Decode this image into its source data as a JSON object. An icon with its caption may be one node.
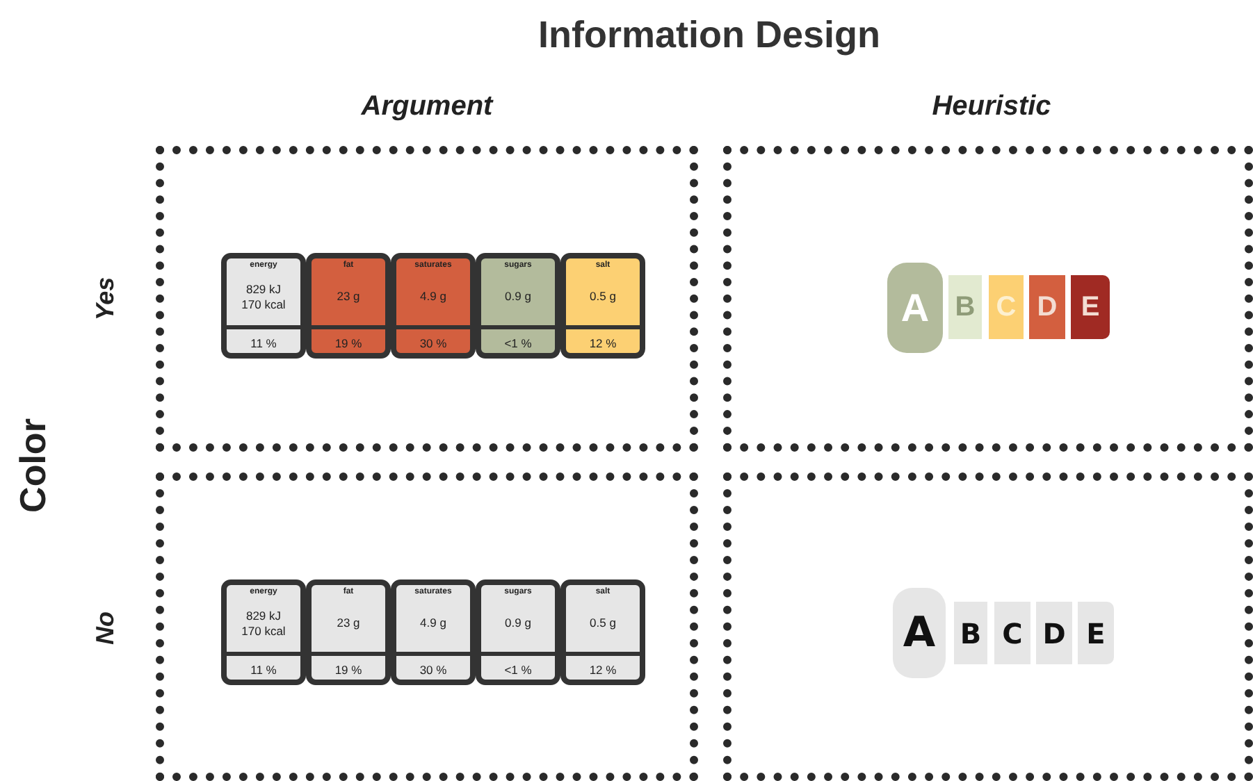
{
  "diagram": {
    "title": "Information Design",
    "nodes": [
      {
        "text": [],
        "shape": "box"
      },
      {
        "text": [
          "energy",
          "829 kJ 170 kcal",
          "11 %"
        ],
        "in": 0
      },
      {
        "text": [
          "fat",
          "23 g",
          "19 %"
        ],
        "in": 0
      },
      {
        "text": [
          "saturates",
          "4.9 g",
          "30 %"
        ],
        "in": 0
      },
      {
        "text": [
          "sugars",
          "0.9 g",
          "<1 %"
        ],
        "in": 0
      },
      {
        "text": [
          "salt",
          "0.5 g",
          "12 %"
        ],
        "in": 0
      },
      {
        "text": [],
        "shape": "box"
      },
      {
        "text": [
          "A"
        ],
        "in": 6
      },
      {
        "text": [
          "B"
        ],
        "in": 6
      },
      {
        "text": [
          "C"
        ],
        "in": 6
      },
      {
        "text": [
          "D"
        ],
        "in": 6
      },
      {
        "text": [
          "E"
        ],
        "in": 6
      },
      {
        "text": [],
        "shape": "box"
      },
      {
        "text": [
          "energy",
          "829 kJ 170 kcal",
          "11 %"
        ],
        "in": 12
      },
      {
        "text": [
          "fat",
          "23 g",
          "19 %"
        ],
        "in": 12
      },
      {
        "text": [
          "saturates",
          "4.9 g",
          "30 %"
        ],
        "in": 12
      },
      {
        "text": [
          "sugars",
          "0.9 g",
          "<1 %"
        ],
        "in": 12
      },
      {
        "text": [
          "salt",
          "0.5 g",
          "12 %"
        ],
        "in": 12
      },
      {
        "text": [],
        "shape": "box"
      },
      {
        "text": [
          "A"
        ],
        "in": 18
      },
      {
        "text": [
          "B"
        ],
        "in": 18
      },
      {
        "text": [
          "C"
        ],
        "in": 18
      },
      {
        "text": [
          "D"
        ],
        "in": 18
      },
      {
        "text": [
          "E"
        ],
        "in": 18
      }
    ],
    "labels": [
      "Argument",
      "Heuristic",
      "Color",
      "Yes",
      "No"
    ]
  }
}
